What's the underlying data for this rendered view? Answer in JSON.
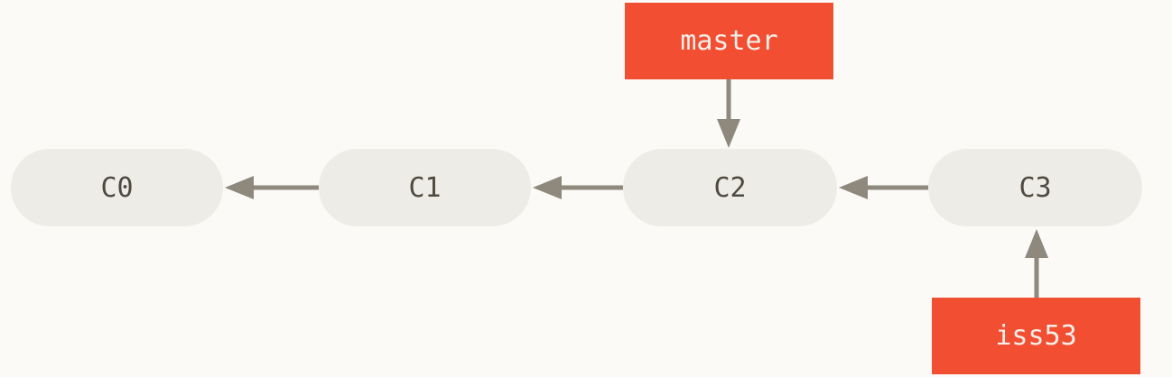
{
  "diagram": {
    "type": "git-commit-history",
    "commits": [
      {
        "label": "C0"
      },
      {
        "label": "C1"
      },
      {
        "label": "C2"
      },
      {
        "label": "C3"
      }
    ],
    "branches": [
      {
        "label": "master",
        "points_to": "C2"
      },
      {
        "label": "iss53",
        "points_to": "C3"
      }
    ],
    "edges": [
      {
        "from": "C1",
        "to": "C0"
      },
      {
        "from": "C2",
        "to": "C1"
      },
      {
        "from": "C3",
        "to": "C2"
      }
    ],
    "colors": {
      "background": "#fbfaf7",
      "commit_fill": "#edece6",
      "commit_text": "#4f4a40",
      "branch_fill": "#f14e32",
      "branch_text": "#f3efe9",
      "arrow": "#8e887d"
    }
  }
}
